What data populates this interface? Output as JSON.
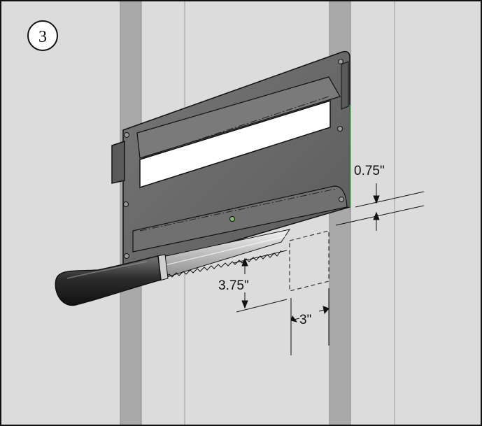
{
  "step": {
    "number": "3"
  },
  "dimensions": {
    "top_offset": "0.75\"",
    "cut_height": "3.75\"",
    "cut_width": "3\""
  },
  "colors": {
    "wall": "#dcdcdc",
    "stud": "#a9a9a9",
    "plate": "#6b6b6b",
    "plate_dark": "#575757",
    "slot": "#ffffff",
    "blade": "#d6d6d6",
    "handle": "#3a3a3a",
    "outline": "#111111"
  },
  "icons": {
    "step_badge": "circled-number",
    "plate": "cutting-template-plate",
    "saw": "drywall-jab-saw-icon"
  }
}
